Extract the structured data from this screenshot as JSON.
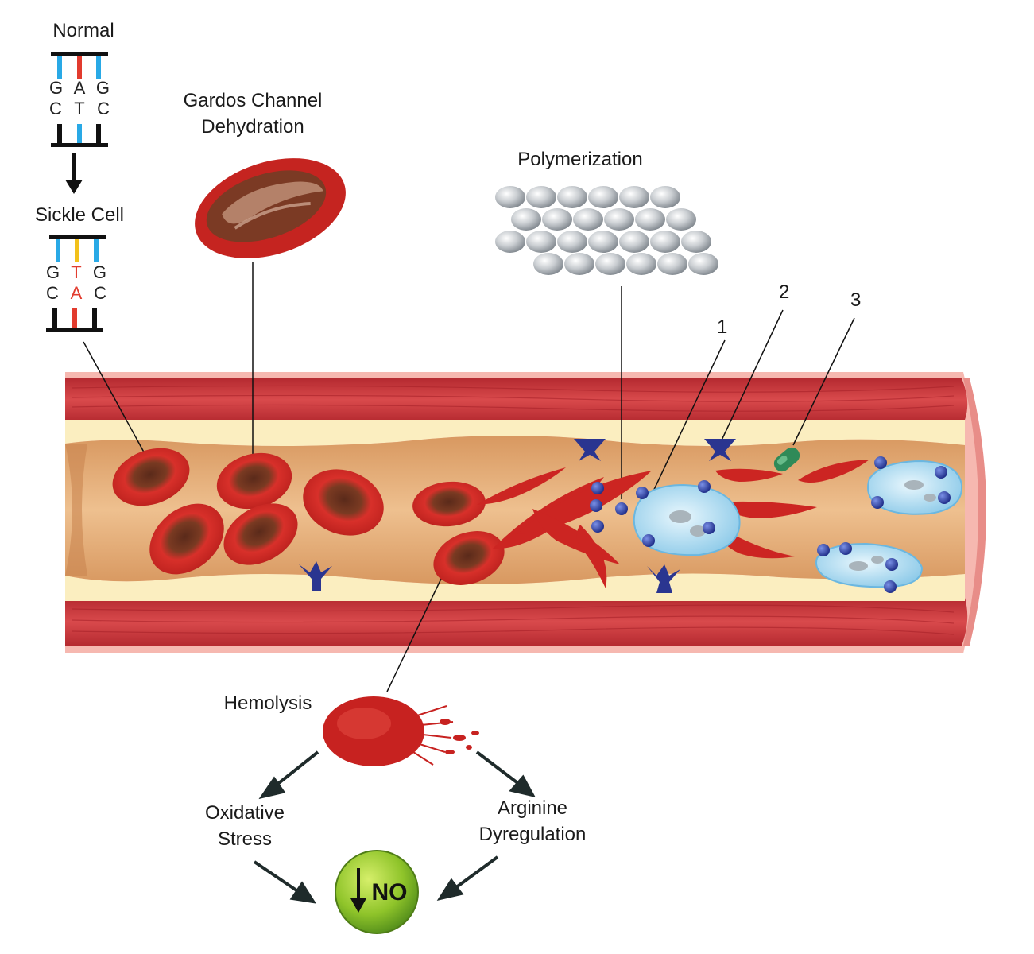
{
  "labels": {
    "normal": "Normal",
    "sickle_cell": "Sickle Cell",
    "gardos_line1": "Gardos Channel",
    "gardos_line2": "Dehydration",
    "polymerization": "Polymerization",
    "hemolysis": "Hemolysis",
    "oxidative_line1": "Oxidative",
    "oxidative_line2": "Stress",
    "arginine_line1": "Arginine",
    "arginine_line2": "Dyregulation",
    "no_badge": "NO",
    "callout_1": "1",
    "callout_2": "2",
    "callout_3": "3"
  },
  "dna": {
    "normal_top": [
      "G",
      "A",
      "G"
    ],
    "normal_bottom": [
      "C",
      "T",
      "C"
    ],
    "sickle_top": [
      "G",
      "T",
      "G"
    ],
    "sickle_bottom": [
      "C",
      "A",
      "C"
    ]
  },
  "colors": {
    "vessel_wall": "#c8353a",
    "vessel_outer": "#f4b1aa",
    "lumen": "#e8b07a",
    "endothelium": "#fbeec0",
    "rbc": "#d42a26",
    "rbc_center": "#6b3220",
    "polymer": "#c9cdd1",
    "adhesion": "#2a3590",
    "leukocyte": "#bfe3f5",
    "no_badge": "#8fc42a",
    "mutation_red": "#e23b2e",
    "mutation_yellow": "#f2c11b",
    "base_blue": "#29a9e6"
  }
}
